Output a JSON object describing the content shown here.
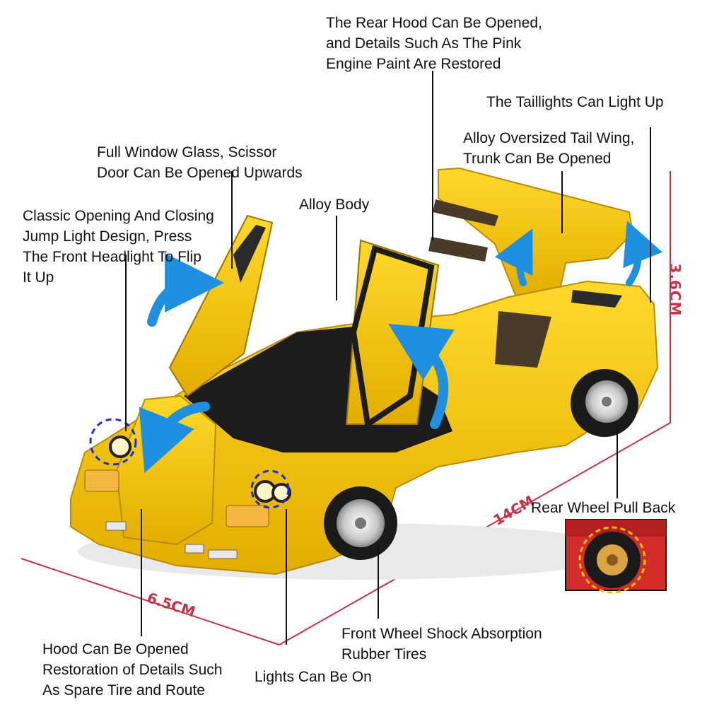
{
  "annotations": {
    "rear_hood": [
      "The Rear Hood Can Be Opened,",
      "and Details Such As The Pink",
      "Engine Paint Are Restored"
    ],
    "taillights": [
      "The Taillights Can Light Up"
    ],
    "tail_wing": [
      "Alloy Oversized Tail Wing,",
      "Trunk Can Be Opened"
    ],
    "window_glass": [
      "Full Window Glass, Scissor",
      "Door Can Be Opened Upwards"
    ],
    "alloy_body": [
      "Alloy Body"
    ],
    "jump_light": [
      "Classic Opening And Closing",
      "Jump Light Design, Press",
      "The Front Headlight To Flip",
      "It Up"
    ],
    "rear_wheel": [
      "Rear Wheel Pull Back"
    ],
    "front_wheel": [
      "Front Wheel Shock Absorption",
      "Rubber Tires"
    ],
    "hood": [
      "Hood Can Be Opened",
      "Restoration of Details Such",
      "As Spare Tire and Route"
    ],
    "lights_on": [
      "Lights Can Be On"
    ]
  },
  "dimensions": {
    "height": "3.6CM",
    "length": "14CM",
    "width": "6.5CM"
  },
  "colors": {
    "car_body": "#f2c300",
    "car_shadow": "#c99a00",
    "dimension_line": "#c2334a",
    "arrow_blue": "#1f8fe0",
    "inset_red": "#d52b2b",
    "dashed_circle": "#1a2fd6"
  }
}
